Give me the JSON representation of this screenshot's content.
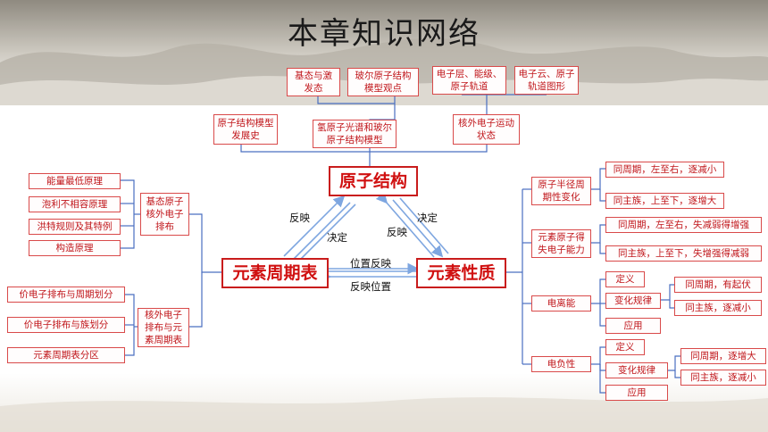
{
  "title": "本章知识网络",
  "nodes": {
    "structure": "原子结构",
    "periodic_table": "元素周期表",
    "properties": "元素性质",
    "ground_excited": "基态与激发态",
    "bohr_model": "玻尔原子结构模型观点",
    "shell_level": "电子层、能级、原子轨道",
    "electron_cloud": "电子云、原子轨道图形",
    "model_history": "原子结构模型发展史",
    "hydrogen_spectrum": "氢原子光谱和玻尔原子结构模型",
    "motion_state": "核外电子运动状态",
    "lowest_energy": "能量最低原理",
    "pauli": "泡利不相容原理",
    "hund": "洪特规则及其特例",
    "aufbau": "构造原理",
    "ground_config": "基态原子核外电子排布",
    "period_division": "价电子排布与周期划分",
    "group_division": "价电子排布与族划分",
    "block_division": "元素周期表分区",
    "config_table": "核外电子排布与元素周期表",
    "radius": "原子半径周期性变化",
    "radius_period": "同周期，左至右，逐减小",
    "radius_group": "同主族，上至下，逐增大",
    "gain_lose": "元素原子得失电子能力",
    "gl_period": "同周期，左至右，失减弱得增强",
    "gl_group": "同主族，上至下，失增强得减弱",
    "ionization": "电离能",
    "ion_def": "定义",
    "ion_rule": "变化规律",
    "ion_use": "应用",
    "ion_period": "同周期，有起伏",
    "ion_group": "同主族，逐减小",
    "electroneg": "电负性",
    "en_def": "定义",
    "en_rule": "变化规律",
    "en_use": "应用",
    "en_period": "同周期，逐增大",
    "en_group": "同主族，逐减小"
  },
  "edge_labels": {
    "reflect_left": "反映",
    "decide_left": "决定",
    "decide_right": "决定",
    "reflect_right": "反映",
    "position_reflect": "位置反映",
    "reflect_position": "反映位置"
  },
  "colors": {
    "box_border": "#d94a4a",
    "box_text": "#c0161b",
    "connector": "#4a6fc0",
    "arrow": "#7ea6e0"
  }
}
